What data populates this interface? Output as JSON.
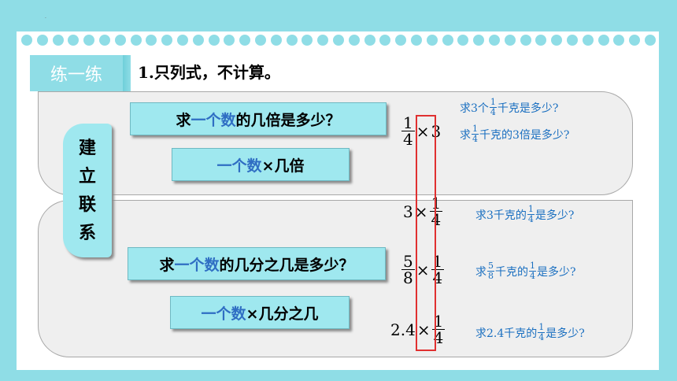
{
  "corner_mark": "·",
  "tag": "练一练",
  "heading": "1.只列式，不计算。",
  "vertical_label": [
    "建",
    "立",
    "联",
    "系"
  ],
  "q1": {
    "pre": "求",
    "hl": "一个数",
    "post": "的几倍是多少？"
  },
  "r1": {
    "hl": "一个数",
    "post": "×几倍"
  },
  "q2": {
    "pre": "求",
    "hl": "一个数",
    "post": "的几分之几是多少？"
  },
  "r2": {
    "hl": "一个数",
    "post": "×几分之几"
  },
  "expr": [
    {
      "left_n": "1",
      "left_d": "4",
      "op": "×",
      "right": "3"
    },
    {
      "left": "3",
      "op": "×",
      "right_n": "1",
      "right_d": "4"
    },
    {
      "left_n": "5",
      "left_d": "8",
      "op": "×",
      "right_n": "1",
      "right_d": "4"
    },
    {
      "left": "2.4",
      "op": "×",
      "right_n": "1",
      "right_d": "4"
    }
  ],
  "notes": [
    {
      "pre": "求3个",
      "fn": "1",
      "fd": "4",
      "post": "千克是多少?"
    },
    {
      "pre": "求",
      "fn": "1",
      "fd": "4",
      "post": "千克的3倍是多少?"
    },
    {
      "pre": "求3千克的",
      "fn": "1",
      "fd": "4",
      "post": "是多少?"
    },
    {
      "pre": "求",
      "fn": "5",
      "fd": "8",
      "mid": "千克的",
      "fn2": "1",
      "fd2": "4",
      "post": "是多少?"
    },
    {
      "pre": "求2.4千克的",
      "fn": "1",
      "fd": "4",
      "post": "是多少?"
    }
  ],
  "colors": {
    "accent": "#8fdde6",
    "highlight": "#2f6ec3",
    "note": "#1a6fc0",
    "frame": "#e03030"
  }
}
